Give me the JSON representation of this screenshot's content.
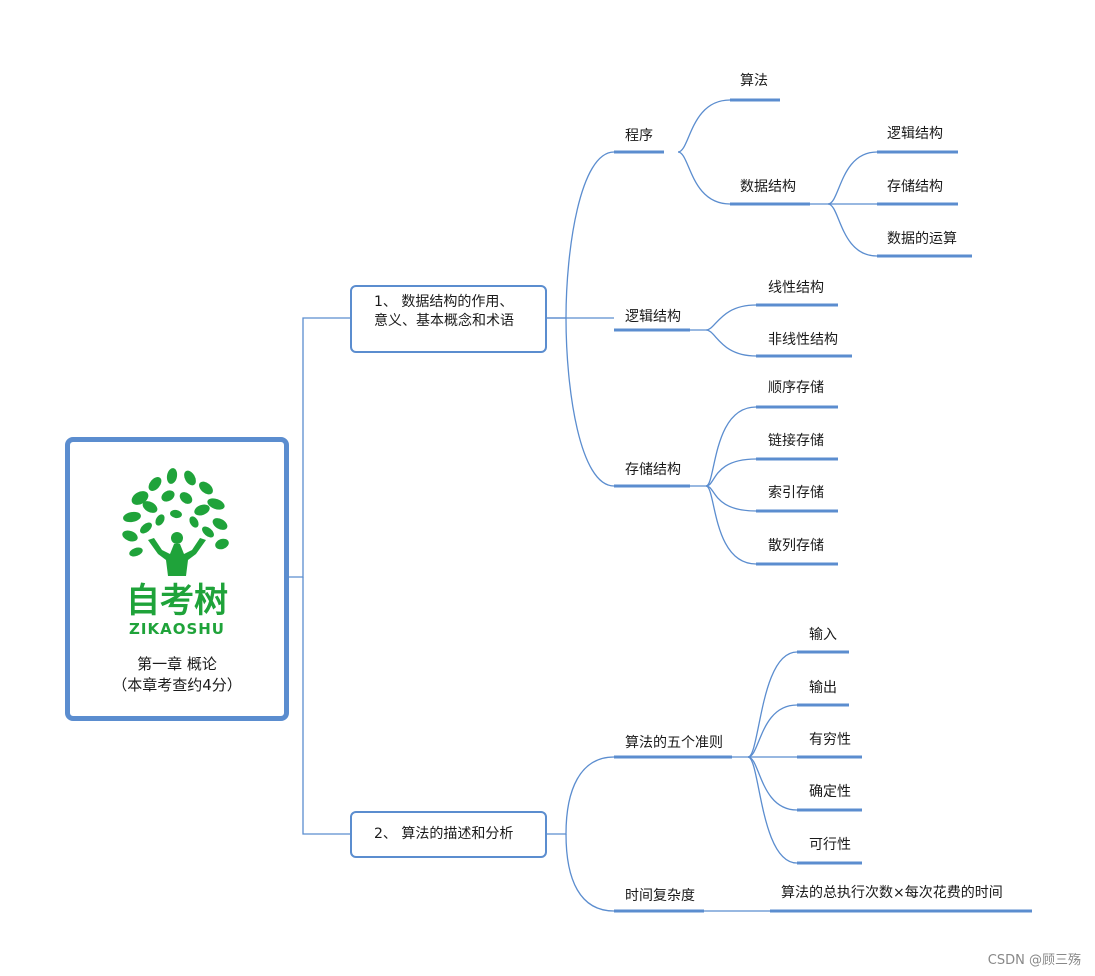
{
  "root": {
    "logo_cn": "自考树",
    "logo_en": "ZIKAOSHU",
    "title_line1": "第一章  概论",
    "title_line2": "（本章考查约4分）"
  },
  "branches": [
    {
      "label_line1": "1、  数据结构的作用、",
      "label_line2": "意义、基本概念和术语",
      "children": [
        {
          "label": "程序",
          "children": [
            "算法",
            "数据结构"
          ]
        },
        {
          "label": "逻辑结构",
          "children": [
            "线性结构",
            "非线性结构"
          ]
        },
        {
          "label": "存储结构",
          "children": [
            "顺序存储",
            "链接存储",
            "索引存储",
            "散列存储"
          ]
        }
      ],
      "grandchildren": {
        "label": "数据结构",
        "children": [
          "逻辑结构",
          "存储结构",
          "数据的运算"
        ]
      }
    },
    {
      "label_line1": "2、  算法的描述和分析",
      "children": [
        {
          "label": "算法的五个准则",
          "children": [
            "输入",
            "输出",
            "有穷性",
            "确定性",
            "可行性"
          ]
        },
        {
          "label": "时间复杂度",
          "children": [
            "算法的总执行次数×每次花费的时间"
          ]
        }
      ]
    }
  ],
  "colors": {
    "line": "#5b8dcf",
    "logo_green": "#1fa33a"
  },
  "watermark": "CSDN @顾三殇"
}
